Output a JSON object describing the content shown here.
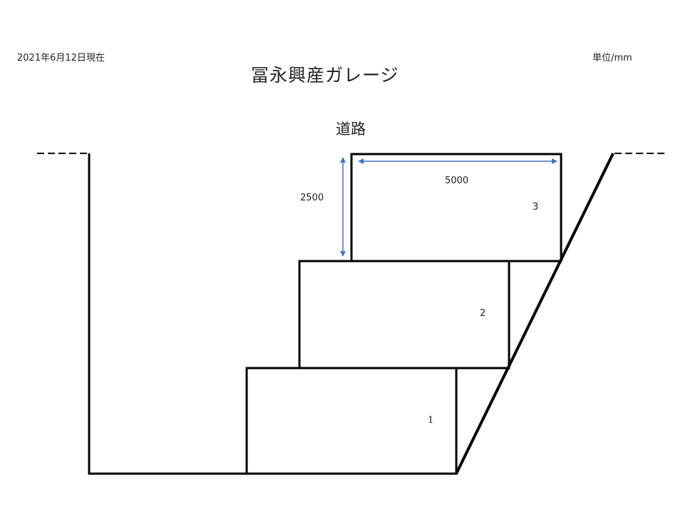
{
  "header": {
    "date_label": "2021年6月12日現在",
    "title": "冨永興産ガレージ",
    "unit_label": "単位/mm"
  },
  "diagram": {
    "road_label": "道路",
    "dimensions": {
      "height_label": "2500",
      "width_label": "5000",
      "arrow_color": "#4472c4"
    },
    "slots": [
      {
        "number": "1"
      },
      {
        "number": "2"
      },
      {
        "number": "3"
      }
    ],
    "line_color": "#000000"
  }
}
